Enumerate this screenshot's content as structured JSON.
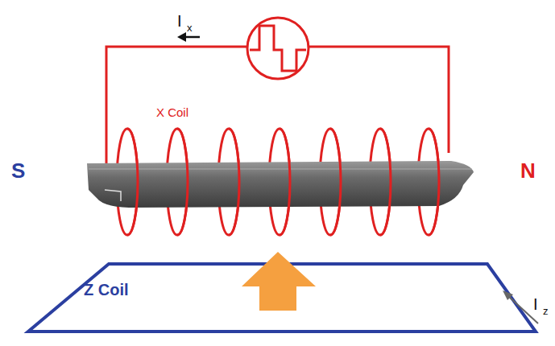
{
  "diagram": {
    "labels": [
      "I",
      "x",
      "X Coil",
      "S",
      "N",
      "Z Coil",
      "I",
      "z"
    ]
  }
}
